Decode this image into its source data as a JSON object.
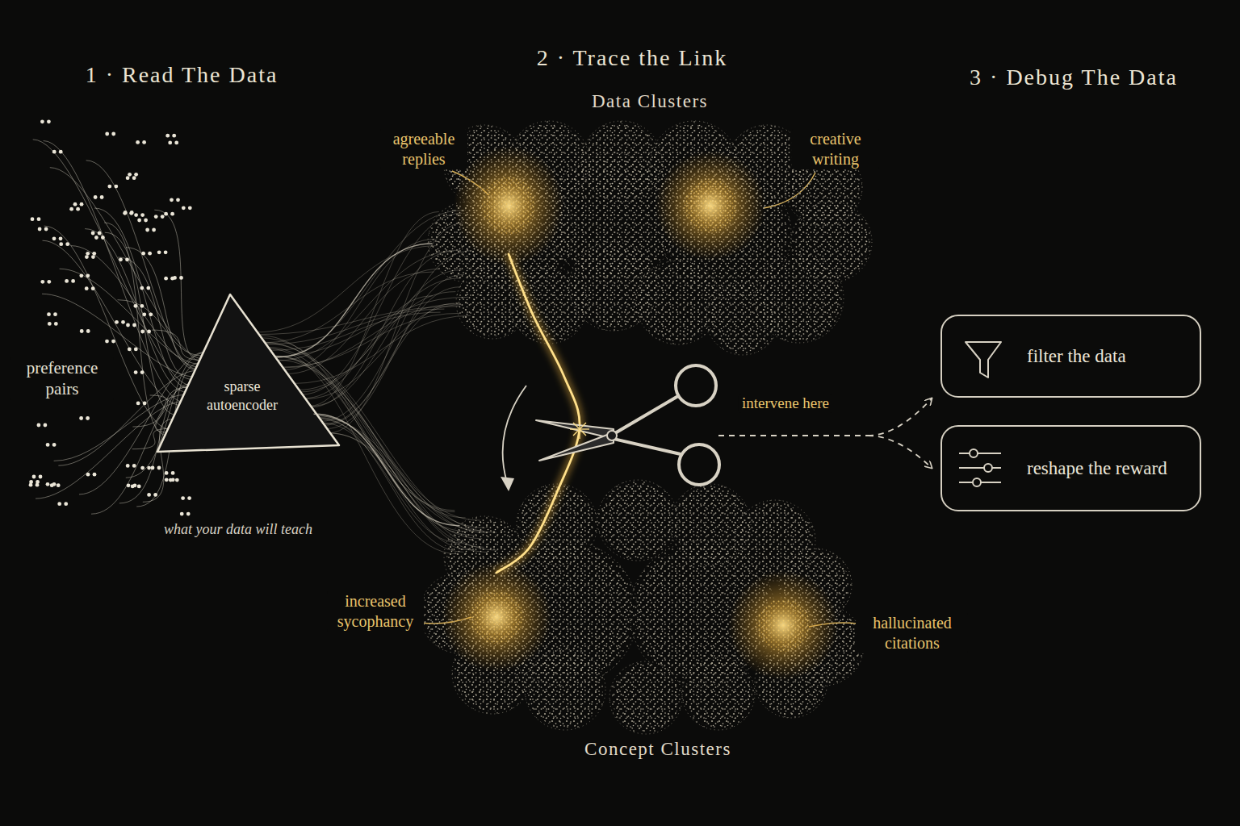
{
  "diagram": {
    "nodes": [
      {
        "text": [
          "sparse autoencoder"
        ]
      },
      {
        "text": [
          "Data Clusters"
        ]
      },
      {
        "text": [
          "agreeable replies"
        ],
        "in": 1
      },
      {
        "text": [
          "creative writing"
        ],
        "in": 1
      },
      {
        "text": [
          "Concept Clusters"
        ]
      },
      {
        "text": [
          "increased sycophancy"
        ],
        "in": 4
      },
      {
        "text": [
          "hallucinated citations"
        ],
        "in": 4
      },
      {
        "text": [
          "filter the data"
        ]
      },
      {
        "text": [
          "reshape the reward"
        ]
      }
    ],
    "edges": [
      {
        "from": 0,
        "to": 1,
        "arrow": "none"
      },
      {
        "from": 0,
        "to": 4,
        "arrow": "none"
      },
      {
        "from": 2,
        "to": 5,
        "arrow": "none"
      }
    ],
    "labels": [
      "1 · Read The Data",
      "2 · Trace the Link",
      "3 · Debug The Data",
      "preference pairs",
      "what your data will teach",
      "intervene here"
    ]
  }
}
